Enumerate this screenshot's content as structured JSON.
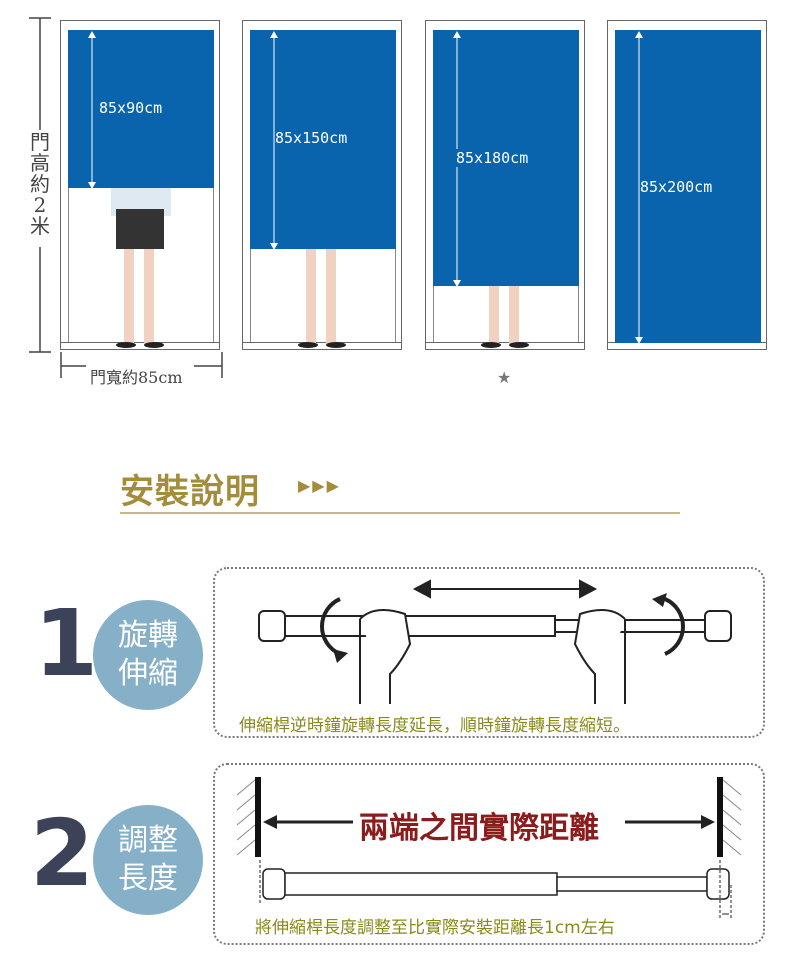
{
  "doors": {
    "height_label": "門高約2米",
    "width_label": "門寬約85cm",
    "curtains": [
      {
        "label": "85x90cm",
        "length_cm": 90
      },
      {
        "label": "85x150cm",
        "length_cm": 150
      },
      {
        "label": "85x180cm",
        "length_cm": 180
      },
      {
        "label": "85x200cm",
        "length_cm": 200
      }
    ],
    "star": "★"
  },
  "install": {
    "title": "安裝說明",
    "title_arrows": "▶▶▶",
    "steps": [
      {
        "number": "1",
        "name_line1": "旋轉",
        "name_line2": "伸縮",
        "caption": "伸縮桿逆時鐘旋轉長度延長，順時鐘旋轉長度縮短。"
      },
      {
        "number": "2",
        "name_line1": "調整",
        "name_line2": "長度",
        "highlight": "兩端之間實際距離",
        "caption": "將伸縮桿長度調整至比實際安裝距離長1cm左右"
      }
    ]
  },
  "colors": {
    "curtain": "#0a63ad",
    "circle": "#86b0c8",
    "title": "#a38d3a",
    "highlight": "#8b1c1c"
  }
}
